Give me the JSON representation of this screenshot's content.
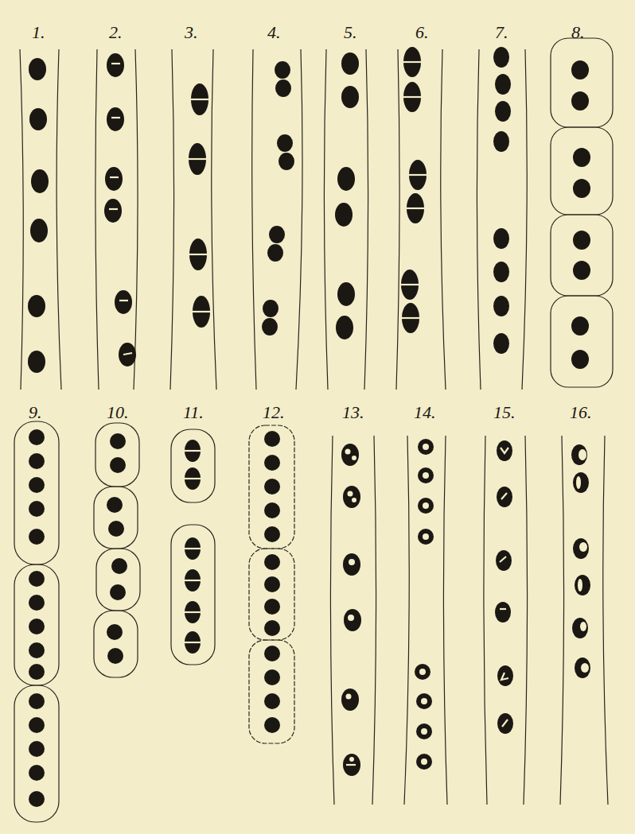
{
  "diagram": {
    "labels": [
      "1.",
      "2.",
      "3.",
      "4.",
      "5.",
      "6.",
      "7.",
      "8.",
      "9.",
      "10.",
      "11.",
      "12.",
      "13.",
      "14.",
      "15.",
      "16."
    ]
  }
}
